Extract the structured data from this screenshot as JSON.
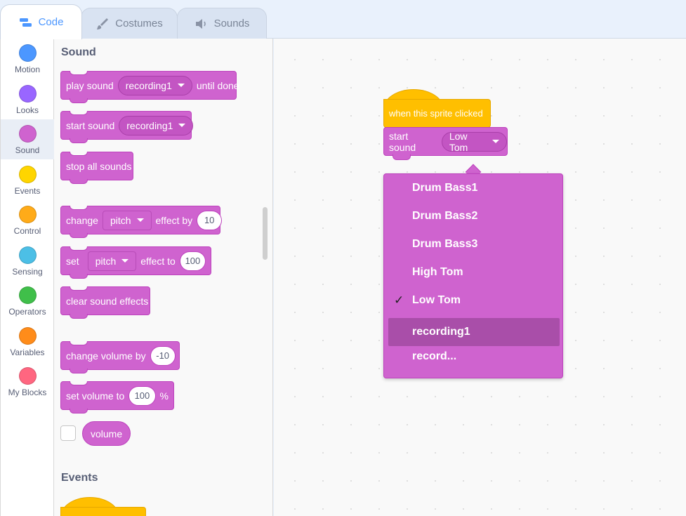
{
  "tabs": [
    {
      "label": "Code",
      "icon": "code-icon"
    },
    {
      "label": "Costumes",
      "icon": "brush-icon"
    },
    {
      "label": "Sounds",
      "icon": "speaker-icon"
    }
  ],
  "categories": [
    {
      "label": "Motion",
      "color": "#4c97ff"
    },
    {
      "label": "Looks",
      "color": "#9966ff"
    },
    {
      "label": "Sound",
      "color": "#cf63cf"
    },
    {
      "label": "Events",
      "color": "#ffd500"
    },
    {
      "label": "Control",
      "color": "#ffab19"
    },
    {
      "label": "Sensing",
      "color": "#4cbfe6"
    },
    {
      "label": "Operators",
      "color": "#40bf4a"
    },
    {
      "label": "Variables",
      "color": "#ff8c1a"
    },
    {
      "label": "My Blocks",
      "color": "#ff6680"
    }
  ],
  "palette": {
    "section_sound": "Sound",
    "section_events": "Events",
    "play_sound": {
      "a": "play sound",
      "sound": "recording1",
      "b": "until done"
    },
    "start_sound": {
      "a": "start sound",
      "sound": "recording1"
    },
    "stop_all": "stop all sounds",
    "change_effect": {
      "a": "change",
      "effect": "pitch",
      "b": "effect by",
      "value": "10"
    },
    "set_effect": {
      "a": "set",
      "effect": "pitch",
      "b": "effect to",
      "value": "100"
    },
    "clear_effects": "clear sound effects",
    "change_volume": {
      "a": "change volume by",
      "value": "-10"
    },
    "set_volume": {
      "a": "set volume to",
      "value": "100",
      "unit": "%"
    },
    "volume_reporter": "volume"
  },
  "workspace": {
    "hat_label": "when this sprite clicked",
    "block_label": "start sound",
    "block_value": "Low Tom"
  },
  "menu": {
    "items": [
      "Drum Bass1",
      "Drum Bass2",
      "Drum Bass3",
      "High Tom",
      "Low Tom",
      "recording1",
      "record..."
    ],
    "checked": "Low Tom",
    "highlighted": "recording1",
    "check_glyph": "✓"
  }
}
